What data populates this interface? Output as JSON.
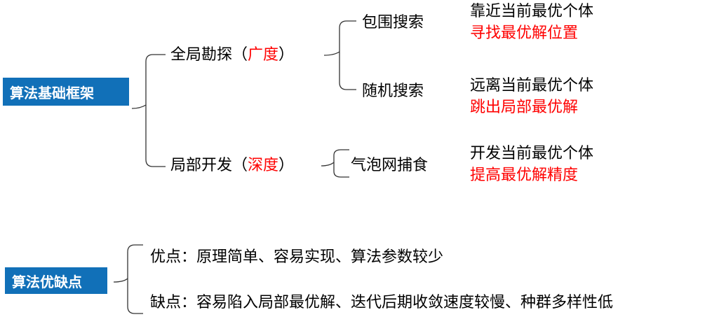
{
  "framework": {
    "label": "算法基础框架",
    "branches": [
      {
        "title_prefix": "全局勘探（",
        "title_highlight": "广度",
        "title_suffix": "）",
        "children": [
          {
            "name": "包围搜索",
            "desc": "靠近当前最优个体",
            "effect": "寻找最优解位置"
          },
          {
            "name": "随机搜索",
            "desc": "远离当前最优个体",
            "effect": "跳出局部最优解"
          }
        ]
      },
      {
        "title_prefix": "局部开发（",
        "title_highlight": "深度",
        "title_suffix": "）",
        "children": [
          {
            "name": "气泡网捕食",
            "desc": "开发当前最优个体",
            "effect": "提高最优解精度"
          }
        ]
      }
    ]
  },
  "pros_cons": {
    "label": "算法优缺点",
    "pros": "优点：原理简单、容易实现、算法参数较少",
    "cons": "缺点：容易陷入局部最优解、迭代后期收敛速度较慢、种群多样性低"
  },
  "colors": {
    "box": "#1170b8",
    "highlight": "#ff0000"
  }
}
